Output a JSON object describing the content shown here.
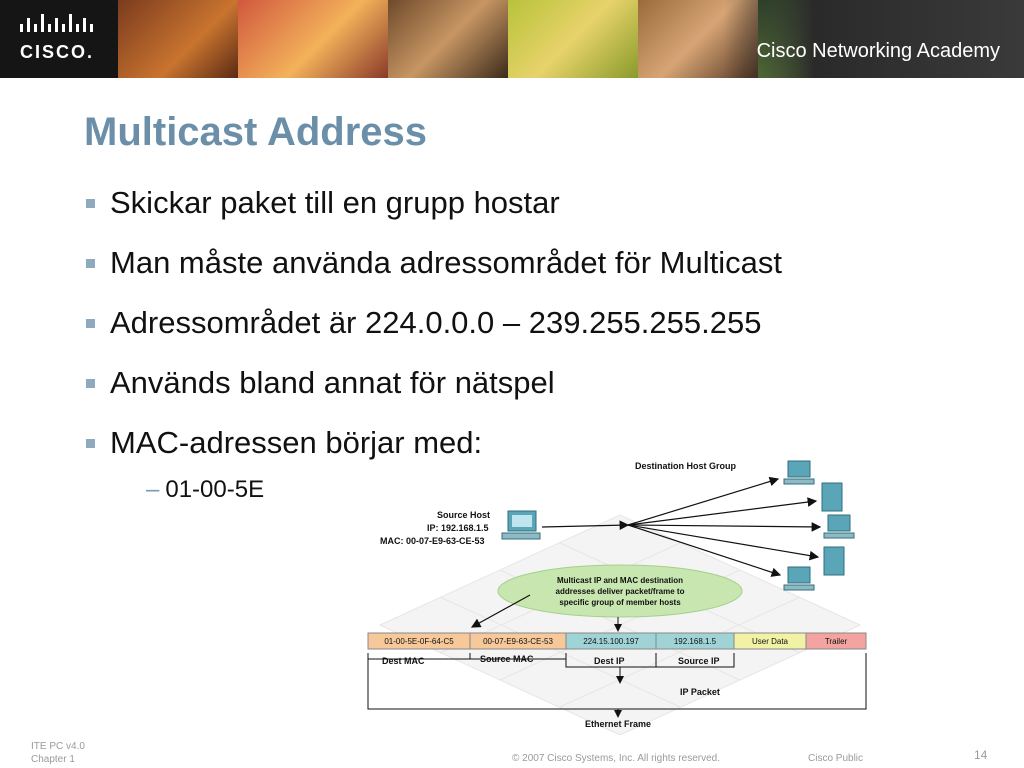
{
  "header": {
    "logo_text": "CISCO.",
    "academy_text": "Cisco Networking Academy"
  },
  "slide": {
    "title": "Multicast Address",
    "bullets": [
      "Skickar paket till en grupp hostar",
      "Man måste använda adressområdet för Multicast",
      "Adressområdet är 224.0.0.0 – 239.255.255.255",
      "Används bland annat för nätspel",
      "MAC-adressen börjar med:"
    ],
    "sub_bullet": "01-00-5E"
  },
  "diagram": {
    "destination_group_label": "Destination Host Group",
    "source_host_label": "Source Host",
    "source_ip": "IP: 192.168.1.5",
    "source_mac": "MAC: 00-07-E9-63-CE-53",
    "bubble_text": [
      "Multicast IP and MAC destination",
      "addresses deliver packet/frame to",
      "specific group of member hosts"
    ],
    "frame_cells": [
      "01-00-5E-0F-64-C5",
      "00-07-E9-63-CE-53",
      "224.15.100.197",
      "192.168.1.5",
      "User Data",
      "Trailer"
    ],
    "frame_colors": [
      "#f6c89a",
      "#f6c89a",
      "#9fd3d6",
      "#9fd3d6",
      "#f2f2a6",
      "#f4a4a0"
    ],
    "field_labels": [
      "Dest MAC",
      "Source MAC",
      "Dest IP",
      "Source IP"
    ],
    "ip_packet_label": "IP Packet",
    "ethernet_frame_label": "Ethernet Frame"
  },
  "footer": {
    "left_line1": "ITE PC v4.0",
    "left_line2": "Chapter 1",
    "copyright": "© 2007 Cisco Systems, Inc. All rights reserved.",
    "classification": "Cisco Public",
    "page_number": "14"
  }
}
